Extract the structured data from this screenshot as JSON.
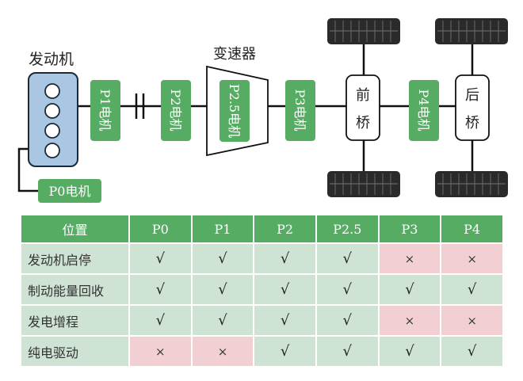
{
  "diagram": {
    "engine_label": "发动机",
    "gearbox_label": "变速器",
    "p0": "P0电机",
    "p1": "P1电机",
    "p2": "P2电机",
    "p25": "P2.5电机",
    "p3": "P3电机",
    "p4": "P4电机",
    "front_axle": "前桥",
    "rear_axle": "后桥"
  },
  "table": {
    "headers": [
      "位置",
      "P0",
      "P1",
      "P2",
      "P2.5",
      "P3",
      "P4"
    ],
    "rows": [
      {
        "label": "发动机启停",
        "cells": [
          "√",
          "√",
          "√",
          "√",
          "×",
          "×"
        ]
      },
      {
        "label": "制动能量回收",
        "cells": [
          "√",
          "√",
          "√",
          "√",
          "√",
          "√"
        ]
      },
      {
        "label": "发电增程",
        "cells": [
          "√",
          "√",
          "√",
          "√",
          "×",
          "×"
        ]
      },
      {
        "label": "纯电驱动",
        "cells": [
          "×",
          "×",
          "√",
          "√",
          "√",
          "√"
        ]
      }
    ]
  },
  "colors": {
    "motor_green": "#57ac63",
    "engine_blue": "#a9c6e2",
    "yes_bg": "#cfe3d5",
    "no_bg": "#f1cfd2"
  }
}
